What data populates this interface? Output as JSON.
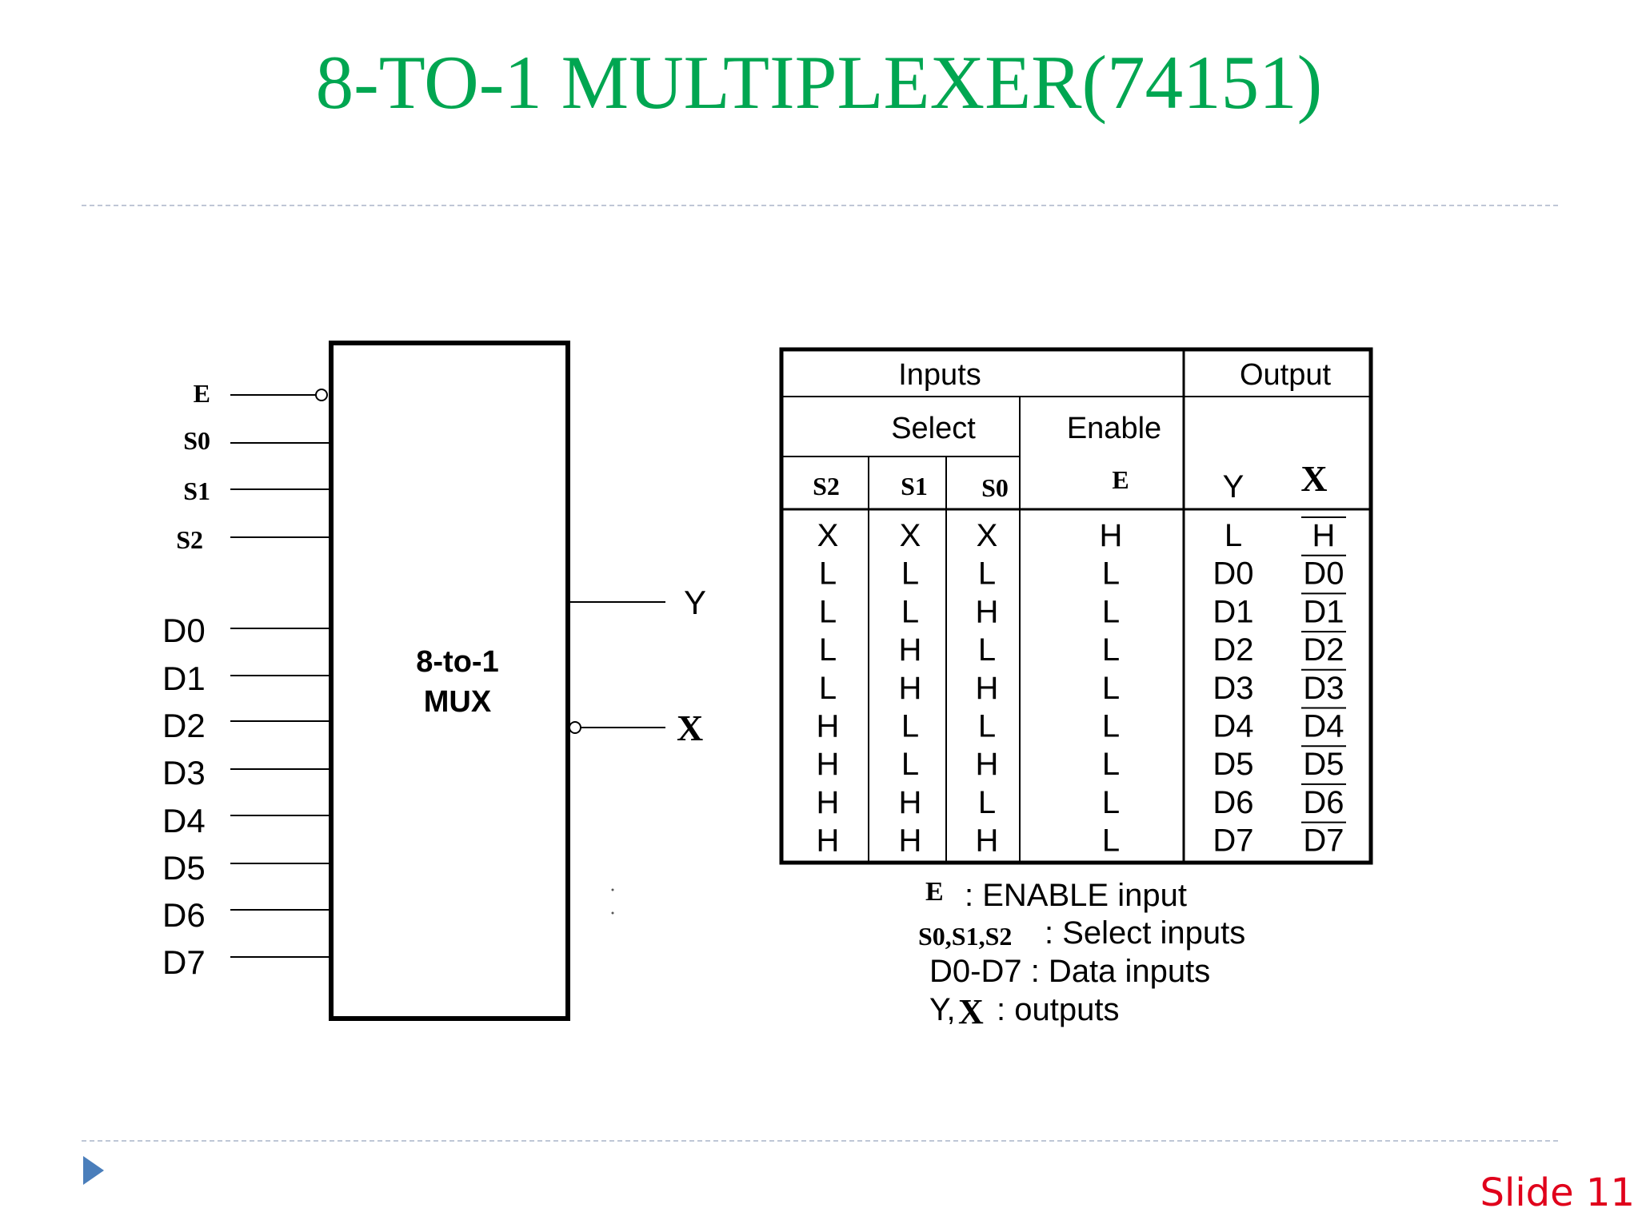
{
  "title": "8-TO-1 MULTIPLEXER(74151)",
  "slide_label": "Slide 11",
  "colors": {
    "title": "#00a651",
    "slide_label": "#e0001b",
    "rule": "#bfc7d6",
    "nav_arrow": "#4a7ebb"
  },
  "icons": {
    "nav": "triangle-right-icon"
  },
  "mux": {
    "label_line1": "8-to-1",
    "label_line2": "MUX",
    "control_inputs": [
      "E",
      "S0",
      "S1",
      "S2"
    ],
    "data_inputs": [
      "D0",
      "D1",
      "D2",
      "D3",
      "D4",
      "D5",
      "D6",
      "D7"
    ],
    "outputs": [
      "Y",
      "X"
    ]
  },
  "truth_table": {
    "header_inputs": "Inputs",
    "header_output": "Output",
    "header_select": "Select",
    "header_enable": "Enable",
    "col_s2": "S2",
    "col_s1": "S1",
    "col_s0": "S0",
    "col_e": "E",
    "col_y": "Y",
    "col_x": "X",
    "rows": [
      {
        "s2": "X",
        "s1": "X",
        "s0": "X",
        "e": "H",
        "y": "L",
        "x": "H"
      },
      {
        "s2": "L",
        "s1": "L",
        "s0": "L",
        "e": "L",
        "y": "D0",
        "x": "D0"
      },
      {
        "s2": "L",
        "s1": "L",
        "s0": "H",
        "e": "L",
        "y": "D1",
        "x": "D1"
      },
      {
        "s2": "L",
        "s1": "H",
        "s0": "L",
        "e": "L",
        "y": "D2",
        "x": "D2"
      },
      {
        "s2": "L",
        "s1": "H",
        "s0": "H",
        "e": "L",
        "y": "D3",
        "x": "D3"
      },
      {
        "s2": "H",
        "s1": "L",
        "s0": "L",
        "e": "L",
        "y": "D4",
        "x": "D4"
      },
      {
        "s2": "H",
        "s1": "L",
        "s0": "H",
        "e": "L",
        "y": "D5",
        "x": "D5"
      },
      {
        "s2": "H",
        "s1": "H",
        "s0": "L",
        "e": "L",
        "y": "D6",
        "x": "D6"
      },
      {
        "s2": "H",
        "s1": "H",
        "s0": "H",
        "e": "L",
        "y": "D7",
        "x": "D7"
      }
    ]
  },
  "legend": {
    "e_sym": "E",
    "e_desc": ": ENABLE input",
    "s_sym": "S0,S1,S2",
    "s_desc": ": Select inputs",
    "d_line": "D0-D7 : Data inputs",
    "out_y": "Y,",
    "out_x": "X",
    "out_desc": ": outputs"
  }
}
